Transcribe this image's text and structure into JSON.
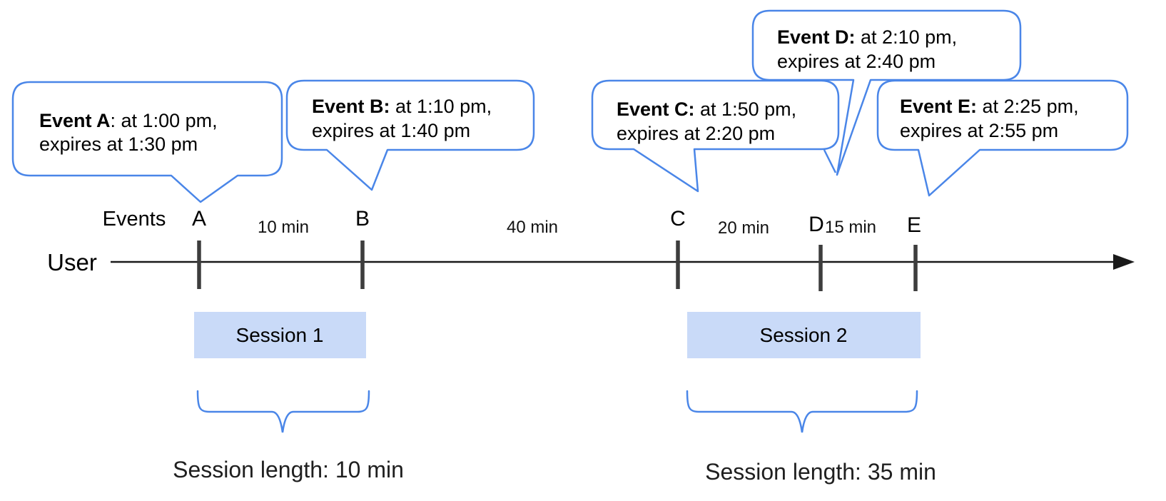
{
  "callouts": [
    {
      "id": "A",
      "bold": "Event A",
      "rest": ": at 1:00 pm,",
      "line2": "expires at 1:30 pm"
    },
    {
      "id": "B",
      "bold": "Event B:",
      "rest": " at 1:10 pm,",
      "line2": "expires at 1:40 pm"
    },
    {
      "id": "C",
      "bold": "Event C:",
      "rest": " at 1:50 pm,",
      "line2": "expires at 2:20 pm"
    },
    {
      "id": "D",
      "bold": "Event D:",
      "rest": " at 2:10 pm,",
      "line2": "expires at 2:40 pm"
    },
    {
      "id": "E",
      "bold": "Event E:",
      "rest": " at 2:25 pm,",
      "line2": "expires at 2:55 pm"
    }
  ],
  "timeline": {
    "events_label": "Events",
    "user_label": "User",
    "ticks": [
      "A",
      "B",
      "C",
      "D",
      "E"
    ],
    "intervals": [
      "10 min",
      "40 min",
      "20 min",
      "15 min"
    ]
  },
  "sessions": [
    {
      "label": "Session 1",
      "length_label": "Session length: 10 min"
    },
    {
      "label": "Session 2",
      "length_label": "Session length: 35 min"
    }
  ],
  "colors": {
    "accent_blue": "#4a86e8",
    "session_fill": "#c9daf8",
    "tick_gray": "#3d3d3d",
    "axis_black": "#1a1a1a"
  }
}
